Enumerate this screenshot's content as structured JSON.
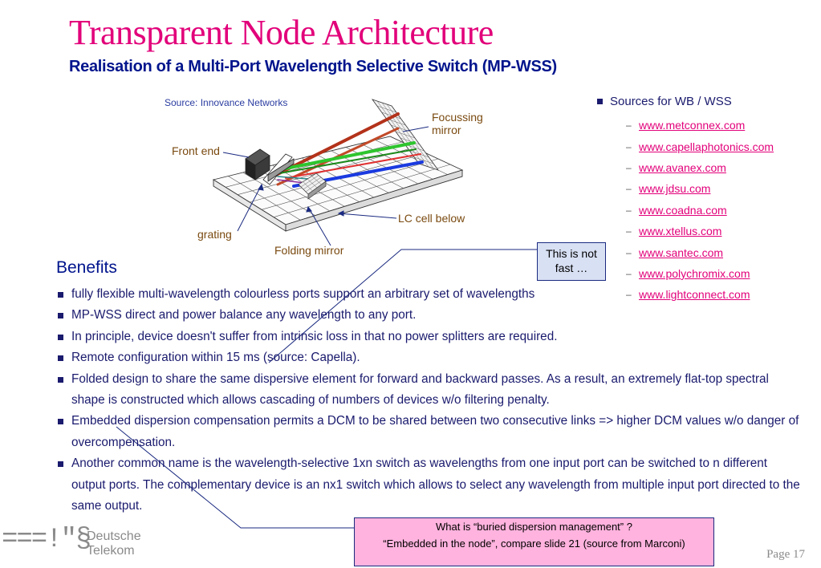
{
  "slide": {
    "title": "Transparent Node Architecture",
    "subtitle": "Realisation of a Multi-Port Wavelength Selective Switch (MP-WSS)"
  },
  "diagram": {
    "source_note": "Source: Innovance Networks",
    "labels": {
      "front_end": "Front end",
      "focussing_mirror_line1": "Focussing",
      "focussing_mirror_line2": "mirror",
      "lc_cell": "LC cell below",
      "grating": "grating",
      "folding_mirror": "Folding mirror"
    }
  },
  "sources": {
    "heading": "Sources for WB / WSS",
    "links": [
      "www.metconnex.com",
      "www.capellaphotonics.com",
      "www.avanex.com",
      "www.jdsu.com",
      "www.coadna.com",
      "www.xtellus.com",
      "www.santec.com",
      "www.polychromix.com",
      "www.lightconnect.com"
    ]
  },
  "callout": {
    "line1": "This is not",
    "line2": "fast …"
  },
  "benefits": {
    "heading": "Benefits",
    "items": [
      "fully flexible multi-wavelength colourless ports support an arbitrary set of wavelengths",
      "MP-WSS direct and power balance any wavelength to any port.",
      "In principle, device doesn't suffer from intrinsic loss in that no power splitters are required.",
      "Remote configuration within 15 ms (source: Capella).",
      "Folded design to share the same dispersive element for forward and backward passes. As a result, an extremely flat-top spectral shape is constructed which allows cascading of numbers of devices w/o filtering penalty.",
      "Embedded dispersion compensation permits a DCM to be shared between two consecutive links => higher DCM values w/o danger of overcompensation.",
      "Another common name is the wavelength-selective 1xn switch as wavelengths from one input port can be switched to n different output ports. The complementary device is an nx1 switch which allows to select any wavelength from multiple input port directed to the same output."
    ]
  },
  "question_box": {
    "question": "What is “buried dispersion management” ?",
    "answer": "“Embedded in the node”, compare slide 21 (source from Marconi)"
  },
  "logo": {
    "marks": "===!\"§",
    "line1": "Deutsche",
    "line2": "Telekom"
  },
  "footer": {
    "page_label": "Page",
    "page_number": "17"
  },
  "colors": {
    "title": "#e2007a",
    "subtitle": "#00148c",
    "link": "#e2007a",
    "callout_bg": "#d8e0f4",
    "question_bg": "#ffb3de"
  }
}
